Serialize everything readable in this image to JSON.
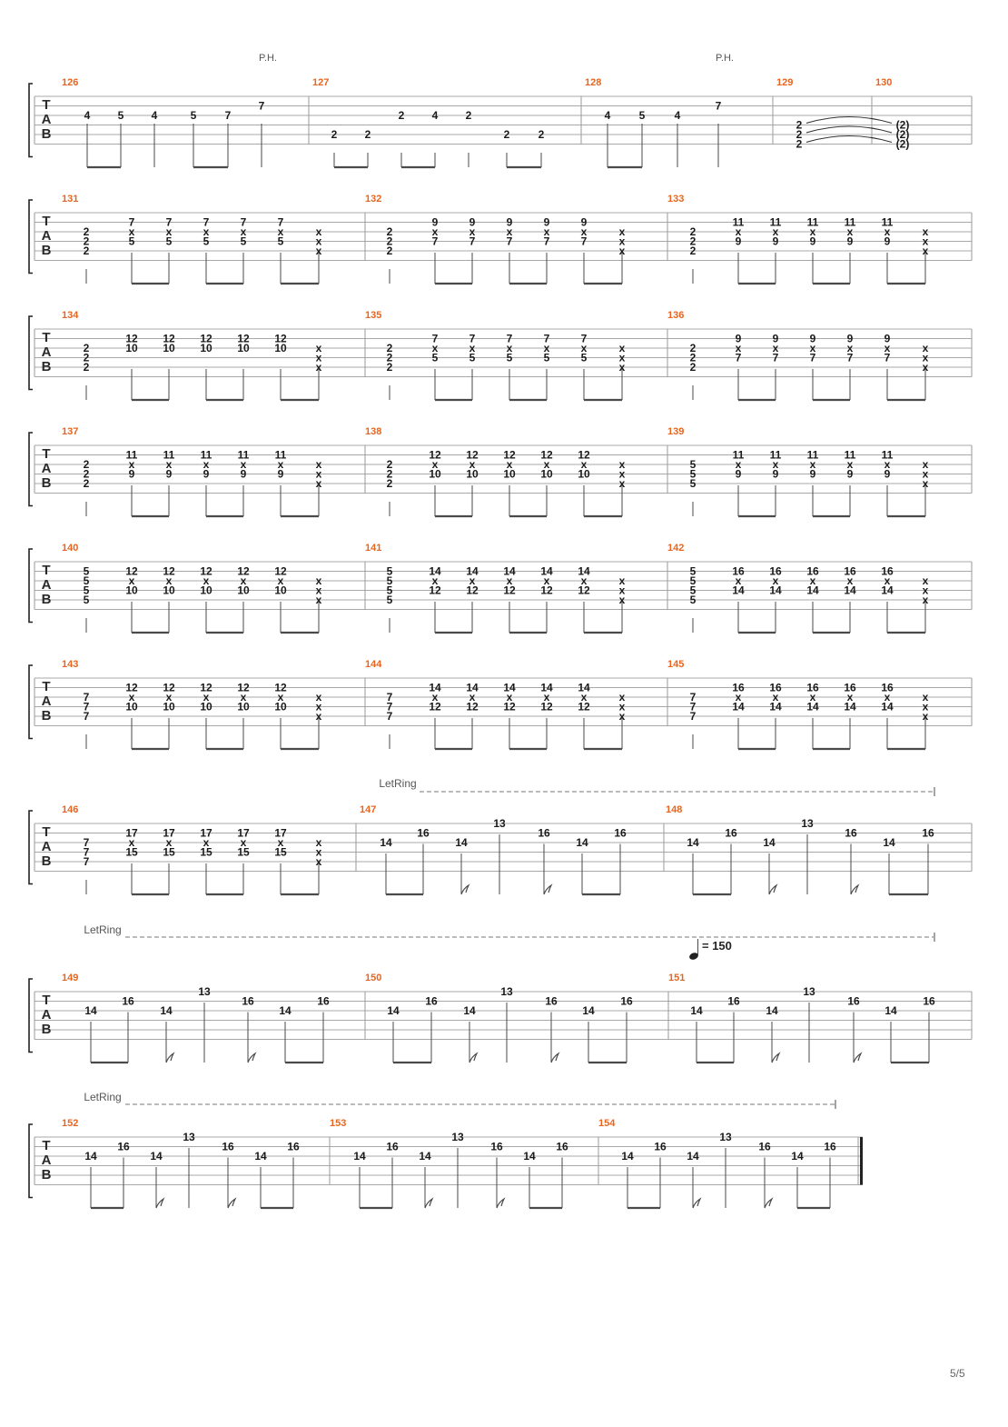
{
  "page": {
    "number": "5/5"
  },
  "tab_clef": [
    "T",
    "A",
    "B"
  ],
  "annotations": {
    "palm_harmonic": "P.H.",
    "let_ring": "LetRing",
    "tempo_value": "150",
    "tempo_text": "= 150"
  },
  "ghost": "x",
  "systems": [
    {
      "measures": [
        {
          "number": "126",
          "notes": [
            {
              "frets": [
                null,
                null,
                "4",
                null,
                null,
                null
              ]
            },
            {
              "frets": [
                null,
                null,
                "5",
                null,
                null,
                null
              ]
            },
            {
              "frets": [
                null,
                null,
                "4",
                null,
                null,
                null
              ]
            },
            {
              "frets": [
                null,
                null,
                "5",
                null,
                null,
                null
              ]
            },
            {
              "frets": [
                null,
                null,
                "7",
                null,
                null,
                null
              ]
            },
            {
              "frets": [
                null,
                "7",
                null,
                null,
                null,
                null
              ]
            }
          ]
        },
        {
          "number": "127",
          "notes": [
            {
              "frets": [
                null,
                null,
                null,
                null,
                "2",
                null
              ]
            },
            {
              "frets": [
                null,
                null,
                null,
                null,
                "2",
                null
              ]
            },
            {
              "frets": [
                null,
                null,
                "2",
                null,
                null,
                null
              ]
            },
            {
              "frets": [
                null,
                null,
                "4",
                null,
                null,
                null
              ]
            },
            {
              "frets": [
                null,
                null,
                "2",
                null,
                null,
                null
              ]
            },
            {
              "frets": [
                null,
                null,
                null,
                null,
                "2",
                null
              ]
            },
            {
              "frets": [
                null,
                null,
                null,
                null,
                "2",
                null
              ]
            }
          ]
        },
        {
          "number": "128",
          "notes": [
            {
              "frets": [
                null,
                null,
                "4",
                null,
                null,
                null
              ]
            },
            {
              "frets": [
                null,
                null,
                "5",
                null,
                null,
                null
              ]
            },
            {
              "frets": [
                null,
                null,
                "4",
                null,
                null,
                null
              ]
            },
            {
              "frets": [
                null,
                "7",
                null,
                null,
                null,
                null
              ]
            }
          ]
        },
        {
          "number": "129",
          "notes": [
            {
              "frets": [
                null,
                null,
                null,
                "2",
                "2",
                "2"
              ]
            }
          ]
        },
        {
          "number": "130",
          "notes": [
            {
              "frets": [
                null,
                null,
                null,
                "(2)",
                "(2)",
                "(2)"
              ]
            }
          ]
        }
      ]
    },
    {
      "measures": [
        {
          "number": "131",
          "root": [
            "2",
            "2",
            "2"
          ],
          "upper": [
            "7",
            "x",
            "5"
          ],
          "lower": [
            "x",
            "x",
            "x"
          ]
        },
        {
          "number": "132",
          "root": [
            "2",
            "2",
            "2"
          ],
          "upper": [
            "9",
            "x",
            "7"
          ],
          "lower": [
            "x",
            "x",
            "x"
          ]
        },
        {
          "number": "133",
          "root": [
            "2",
            "2",
            "2"
          ],
          "upper": [
            "11",
            "x",
            "9"
          ],
          "lower": [
            "x",
            "x",
            "x"
          ]
        }
      ]
    },
    {
      "measures": [
        {
          "number": "134",
          "root": [
            "2",
            "2",
            "2"
          ],
          "upper": [
            "12",
            "10",
            ""
          ],
          "lower": [
            "x",
            "x",
            "x"
          ]
        },
        {
          "number": "135",
          "root": [
            "2",
            "2",
            "2"
          ],
          "upper": [
            "7",
            "x",
            "5"
          ],
          "lower": [
            "x",
            "x",
            "x"
          ]
        },
        {
          "number": "136",
          "root": [
            "2",
            "2",
            "2"
          ],
          "upper": [
            "9",
            "x",
            "7"
          ],
          "lower": [
            "x",
            "x",
            "x"
          ]
        }
      ]
    },
    {
      "measures": [
        {
          "number": "137",
          "root": [
            "2",
            "2",
            "2"
          ],
          "upper": [
            "11",
            "x",
            "9"
          ],
          "lower": [
            "x",
            "x",
            "x"
          ]
        },
        {
          "number": "138",
          "root": [
            "2",
            "2",
            "2"
          ],
          "upper": [
            "12",
            "x",
            "10"
          ],
          "lower": [
            "x",
            "x",
            "x"
          ]
        },
        {
          "number": "139",
          "root": [
            "5",
            "5",
            "5"
          ],
          "upper": [
            "11",
            "x",
            "9"
          ],
          "lower": [
            "x",
            "x",
            "x"
          ]
        }
      ]
    },
    {
      "measures": [
        {
          "number": "140",
          "root": [
            "5",
            "5",
            "5",
            "5"
          ],
          "upper": [
            "12",
            "x",
            "10"
          ],
          "lower": [
            "x",
            "x",
            "x"
          ]
        },
        {
          "number": "141",
          "root": [
            "5",
            "5",
            "5",
            "5"
          ],
          "upper": [
            "14",
            "x",
            "12"
          ],
          "lower": [
            "x",
            "x",
            "x"
          ]
        },
        {
          "number": "142",
          "root": [
            "5",
            "5",
            "5",
            "5"
          ],
          "upper": [
            "16",
            "x",
            "14"
          ],
          "lower": [
            "x",
            "x",
            "x"
          ]
        }
      ]
    },
    {
      "measures": [
        {
          "number": "143",
          "root": [
            "7",
            "7",
            "7"
          ],
          "upper": [
            "12",
            "x",
            "10"
          ],
          "lower": [
            "x",
            "x",
            "x"
          ]
        },
        {
          "number": "144",
          "root": [
            "7",
            "7",
            "7"
          ],
          "upper": [
            "14",
            "x",
            "12"
          ],
          "lower": [
            "x",
            "x",
            "x"
          ]
        },
        {
          "number": "145",
          "root": [
            "7",
            "7",
            "7"
          ],
          "upper": [
            "16",
            "x",
            "14"
          ],
          "lower": [
            "x",
            "x",
            "x"
          ]
        }
      ]
    },
    {
      "measures": [
        {
          "number": "146",
          "root": [
            "7",
            "7",
            "7"
          ],
          "upper": [
            "17",
            "x",
            "15"
          ],
          "lower": [
            "x",
            "x",
            "x"
          ]
        },
        {
          "number": "147",
          "riff": [
            "14",
            "16",
            "14",
            "13",
            "16",
            "14",
            "16"
          ]
        },
        {
          "number": "148",
          "riff": [
            "14",
            "16",
            "14",
            "13",
            "16",
            "14",
            "16"
          ]
        }
      ]
    },
    {
      "measures": [
        {
          "number": "149",
          "riff": [
            "14",
            "16",
            "14",
            "13",
            "16",
            "14",
            "16"
          ]
        },
        {
          "number": "150",
          "riff": [
            "14",
            "16",
            "14",
            "13",
            "16",
            "14",
            "16"
          ]
        },
        {
          "number": "151",
          "riff": [
            "14",
            "16",
            "14",
            "13",
            "16",
            "14",
            "16"
          ]
        }
      ]
    },
    {
      "measures": [
        {
          "number": "152",
          "riff": [
            "14",
            "16",
            "14",
            "13",
            "16",
            "14",
            "16"
          ]
        },
        {
          "number": "153",
          "riff": [
            "14",
            "16",
            "14",
            "13",
            "16",
            "14",
            "16"
          ]
        },
        {
          "number": "154",
          "riff": [
            "14",
            "16",
            "14",
            "13",
            "16",
            "14",
            "16"
          ]
        }
      ]
    }
  ]
}
